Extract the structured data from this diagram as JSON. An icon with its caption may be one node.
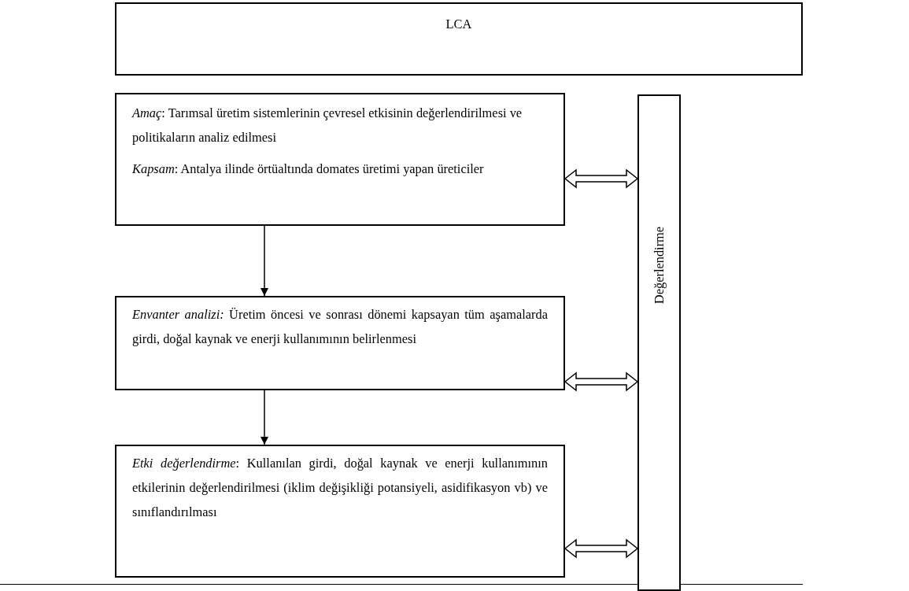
{
  "diagram": {
    "nodes": [
      {
        "text": [
          "LCA"
        ]
      },
      {
        "text": [
          "*Amaç*: Tarımsal üretim sistemlerinin çevresel etkisinin değerlendirilmesi ve politikaların analiz edilmesi",
          "*Kapsam*: Antalya ilinde örtüaltında domates üretimi yapan üreticiler"
        ]
      },
      {
        "text": [
          "*Envanter analizi:* Üretim öncesi ve sonrası dönemi kapsayan tüm aşamalarda girdi, doğal kaynak ve enerji kullanımının belirlenmesi"
        ]
      },
      {
        "text": [
          "*Etki değerlendirme*: Kullanılan girdi, doğal kaynak ve enerji kullanımının etkilerinin değerlendirilmesi (iklim değişikliği potansiyeli, asidifikasyon vb) ve sınıflandırılması"
        ]
      },
      {
        "text": [
          "Değerlendirme"
        ]
      }
    ],
    "edges": [
      {
        "from": 1,
        "to": 2,
        "arrow": "to"
      },
      {
        "from": 2,
        "to": 3,
        "arrow": "to"
      },
      {
        "from": 1,
        "to": 4,
        "arrow": "both"
      },
      {
        "from": 2,
        "to": 4,
        "arrow": "both"
      },
      {
        "from": 3,
        "to": 4,
        "arrow": "both"
      }
    ]
  }
}
